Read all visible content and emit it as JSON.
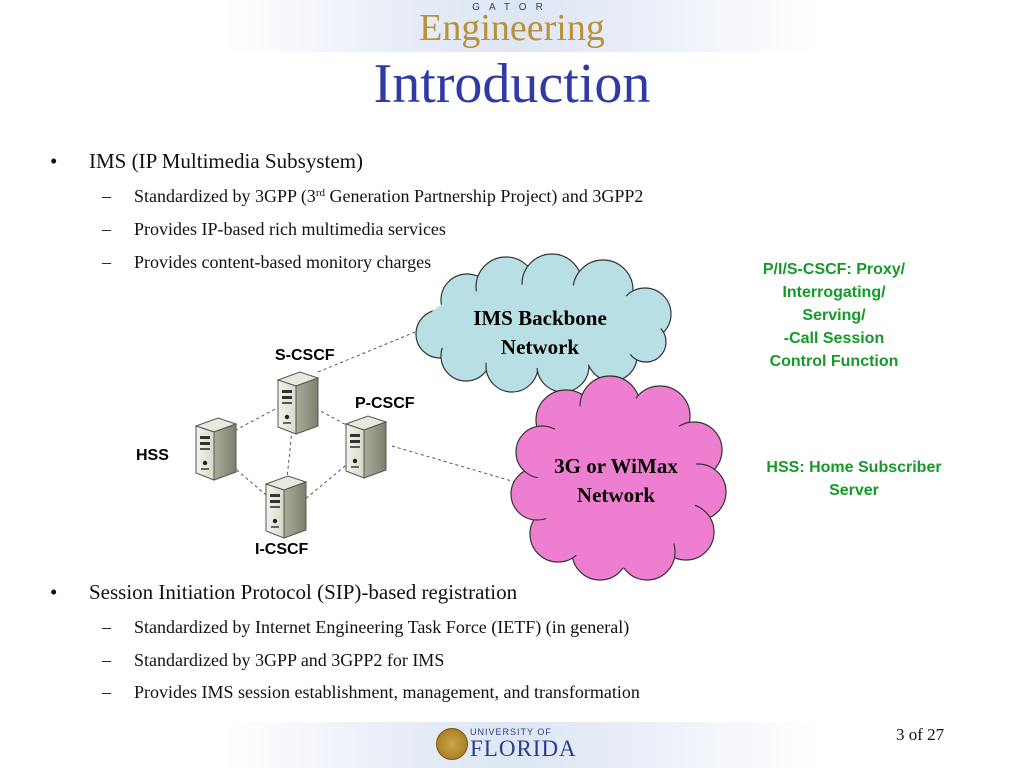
{
  "header": {
    "logo_top": "GATOR",
    "logo_main": "Engineering",
    "title": "Introduction"
  },
  "ims": {
    "bullet": "IMS (IP Multimedia Subsystem)",
    "sub1_pre": "Standardized by 3GPP (3",
    "sub1_sup": "rd",
    "sub1_post": " Generation Partnership Project) and 3GPP2",
    "sub2": "Provides IP-based rich multimedia services",
    "sub3": "Provides content-based monitory charges"
  },
  "diagram": {
    "s_cscf": "S-CSCF",
    "p_cscf": "P-CSCF",
    "hss": "HSS",
    "i_cscf": "I-CSCF",
    "ims_cloud_line1": "IMS Backbone",
    "ims_cloud_line2": "Network",
    "wimax_cloud_line1": "3G or WiMax",
    "wimax_cloud_line2": "Network",
    "cscf_note": [
      "P/I/S-CSCF: Proxy/",
      "Interrogating/",
      "Serving/",
      "-Call Session",
      "Control Function"
    ],
    "hss_note": [
      "HSS: Home Subscriber",
      "Server"
    ],
    "colors": {
      "ims_cloud": "#b8dfe3",
      "wimax_cloud": "#ee7fd0",
      "note_green": "#149a27"
    }
  },
  "sip": {
    "bullet": "Session Initiation Protocol (SIP)-based registration",
    "sub1": "Standardized by Internet Engineering Task Force (IETF) (in general)",
    "sub2": "Standardized by 3GPP and 3GPP2 for IMS",
    "sub3": "Provides IMS session establishment, management, and transformation"
  },
  "footer": {
    "university_small": "UNIVERSITY OF",
    "university_big": "FLORIDA",
    "page": "3 of 27"
  },
  "symbols": {
    "bullet": "•",
    "dash": "–"
  },
  "colors": {
    "title": "#2f3aa5",
    "logo_gold": "#b8913a",
    "logo_blue": "#2b3d87"
  }
}
